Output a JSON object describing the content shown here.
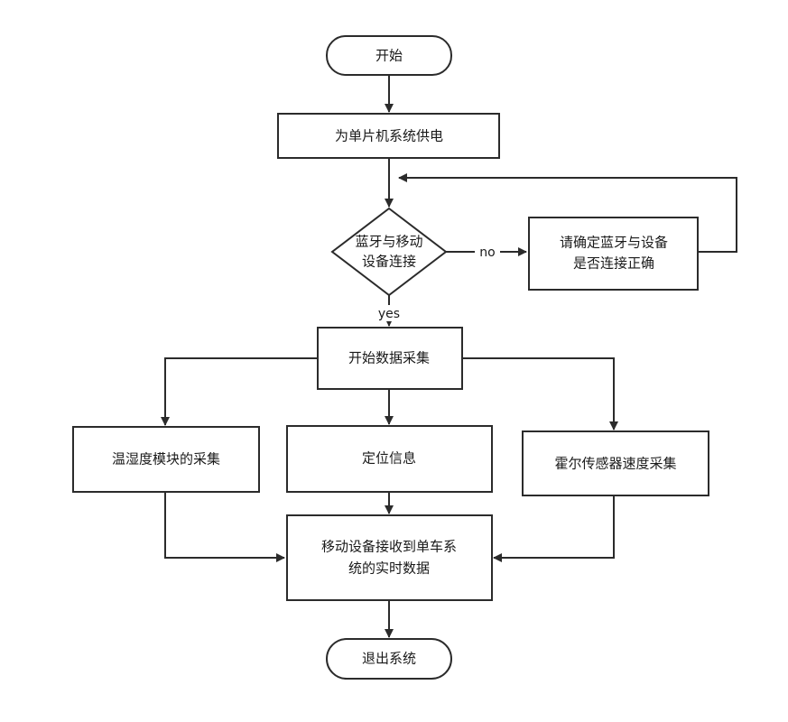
{
  "nodes": {
    "start": "开始",
    "power": "为单片机系统供电",
    "decision_line1": "蓝牙与移动",
    "decision_line2": "设备连接",
    "check_line1": "请确定蓝牙与设备",
    "check_line2": "是否连接正确",
    "collect": "开始数据采集",
    "temp": "温湿度模块的采集",
    "location": "定位信息",
    "hall": "霍尔传感器速度采集",
    "receive_line1": "移动设备接收到单车系",
    "receive_line2": "统的实时数据",
    "exit": "退出系统"
  },
  "edges": {
    "no": "no",
    "yes": "yes"
  },
  "colors": {
    "stroke": "#2b2b2b",
    "fill": "#ffffff",
    "text": "#1a1a1a"
  }
}
